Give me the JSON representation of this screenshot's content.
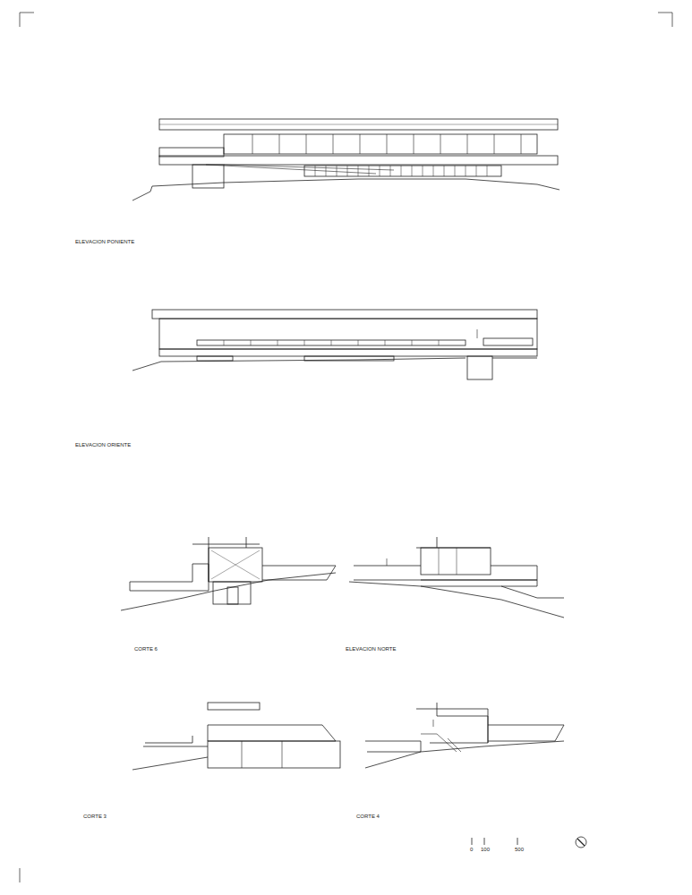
{
  "diagram": {
    "labels": [
      "ELEVACION PONIENTE",
      "ELEVACION ORIENTE",
      "CORTE 6",
      "ELEVACION NORTE",
      "CORTE 3",
      "CORTE 4",
      "0",
      "100",
      "500"
    ]
  }
}
